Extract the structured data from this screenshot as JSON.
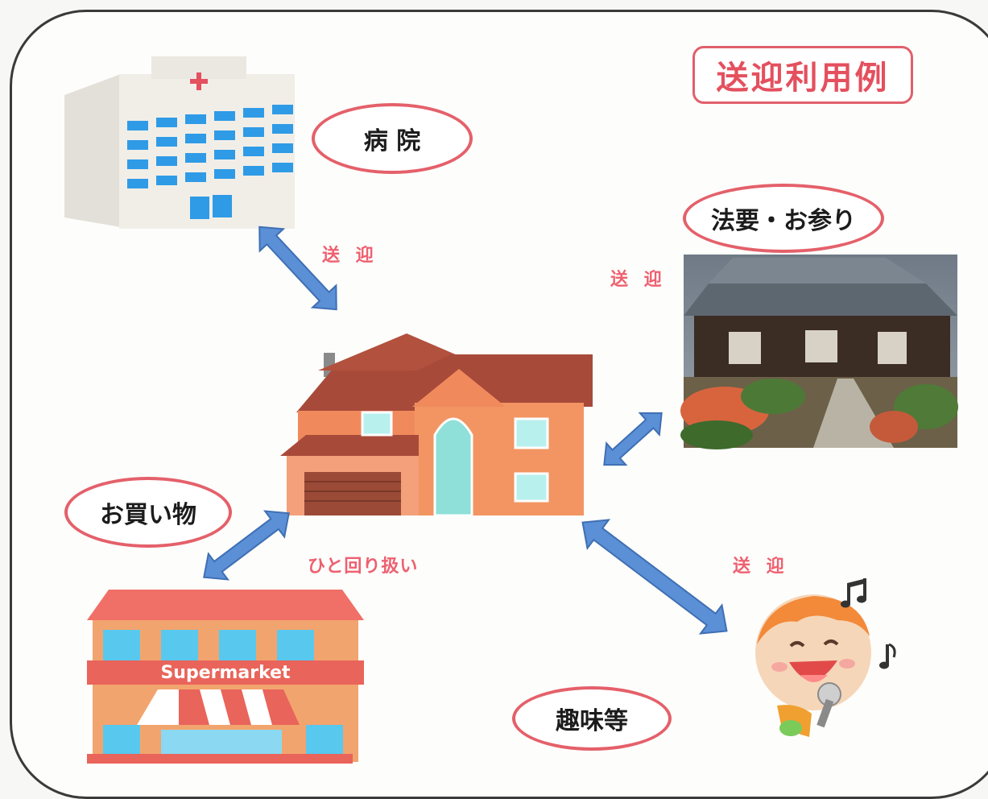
{
  "title": "送迎利用例",
  "places": {
    "hospital": "病 院",
    "temple": "法要・お参り",
    "shopping": "お買い物",
    "hobby": "趣味等"
  },
  "supermarket_sign": "Supermarket",
  "transfers": {
    "hospital": "送 迎",
    "temple": "送 迎",
    "shopping": "ひと回り扱い",
    "hobby": "送 迎"
  },
  "colors": {
    "accent": "#e4606a",
    "arrow": "#5b8fd6",
    "arrow_edge": "#3f6fb4",
    "window_blue": "#2f9be6",
    "house_wall": "#f08a5c",
    "roof": "#a84a3a"
  }
}
